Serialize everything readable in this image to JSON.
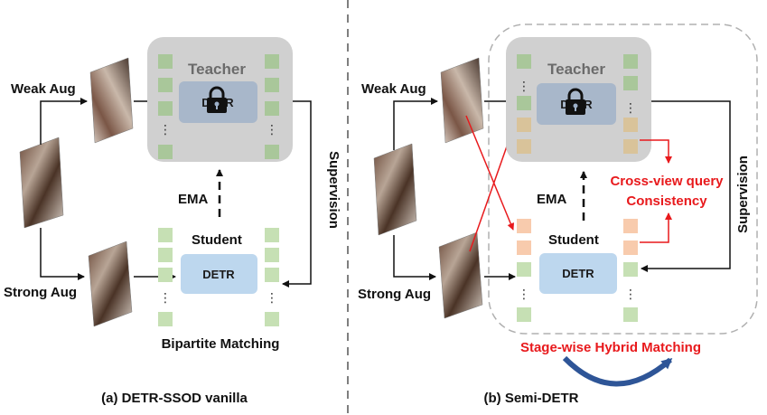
{
  "panel_a": {
    "teacher_label": "Teacher",
    "teacher_model": "DETR",
    "student_label": "Student",
    "student_model": "DETR",
    "weak_aug": "Weak Aug",
    "strong_aug": "Strong Aug",
    "ema": "EMA",
    "supervision": "Supervision",
    "matching": "Bipartite Matching",
    "caption": "(a) DETR-SSOD vanilla"
  },
  "panel_b": {
    "teacher_label": "Teacher",
    "teacher_model": "DETR",
    "student_label": "Student",
    "student_model": "DETR",
    "weak_aug": "Weak Aug",
    "strong_aug": "Strong Aug",
    "ema": "EMA",
    "supervision": "Supervision",
    "consistency_line1": "Cross-view query",
    "consistency_line2": "Consistency",
    "matching": "Stage-wise Hybrid Matching",
    "caption": "(b) Semi-DETR"
  },
  "colors": {
    "query_green": "#c6e0b4",
    "query_green_dark": "#a9c79a",
    "query_orange": "#f8cbad",
    "query_tan": "#d9c39a",
    "teacher_box": "#d0d0d0",
    "detr_box": "#bdd7ee",
    "accent_red": "#e8191c",
    "arc_blue": "#2e5597"
  },
  "icons": {
    "teacher_lock": "lock-icon",
    "matching_arc": "curved-arrow-icon"
  }
}
